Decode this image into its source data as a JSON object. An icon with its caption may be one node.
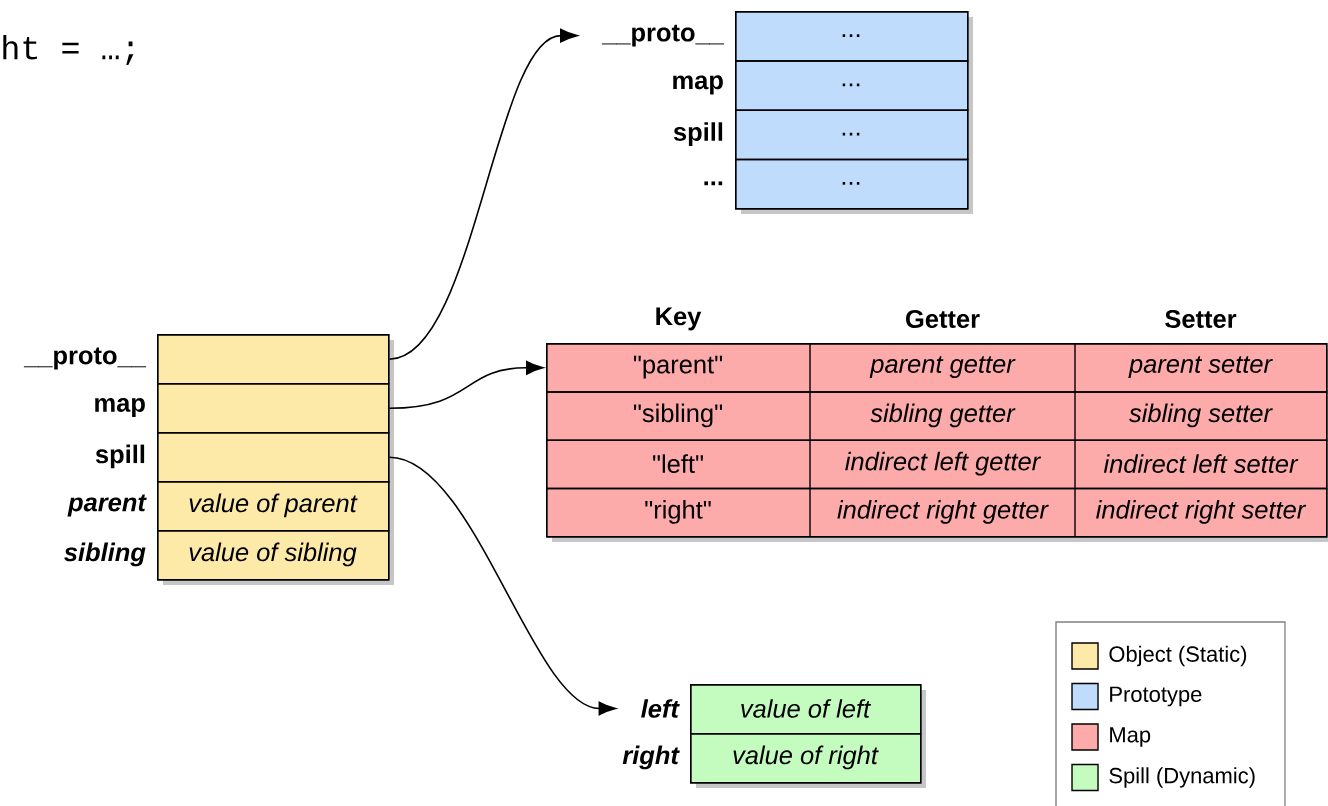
{
  "diagram": {
    "nodes": [
      {
        "text": [],
        "shape": "box"
      },
      {
        "text": [
          "__proto__"
        ],
        "in": 0
      },
      {
        "text": [
          "map"
        ],
        "in": 0
      },
      {
        "text": [
          "spill"
        ],
        "in": 0
      },
      {
        "text": [
          "parent",
          "value of parent"
        ],
        "in": 0
      },
      {
        "text": [
          "sibling",
          "value of sibling"
        ],
        "in": 0
      },
      {
        "text": [],
        "shape": "box"
      },
      {
        "text": [
          "__proto__",
          "..."
        ],
        "in": 6
      },
      {
        "text": [
          "map",
          "..."
        ],
        "in": 6
      },
      {
        "text": [
          "spill",
          "..."
        ],
        "in": 6
      },
      {
        "text": [
          "...",
          "..."
        ],
        "in": 6
      },
      {
        "text": [
          "Key",
          "Getter",
          "Setter"
        ]
      },
      {
        "text": [
          "\"parent\"",
          "parent getter",
          "parent setter"
        ],
        "in": 11
      },
      {
        "text": [
          "\"sibling\"",
          "sibling getter",
          "sibling setter"
        ],
        "in": 11
      },
      {
        "text": [
          "\"left\"",
          "indirect left getter",
          "indirect left setter"
        ],
        "in": 11
      },
      {
        "text": [
          "\"right\"",
          "indirect right getter",
          "indirect right setter"
        ],
        "in": 11
      },
      {
        "text": [],
        "shape": "box"
      },
      {
        "text": [
          "left",
          "value of left"
        ],
        "in": 16
      },
      {
        "text": [
          "right",
          "value of right"
        ],
        "in": 16
      }
    ],
    "edges": [
      {
        "from": 1,
        "to": 7,
        "arrow": "to"
      },
      {
        "from": 2,
        "to": 11,
        "arrow": "to"
      },
      {
        "from": 3,
        "to": 17,
        "arrow": "to"
      }
    ],
    "labels": [
      "ht = …;"
    ],
    "legend": [
      {
        "text": "Object (Static)",
        "color": "#fdeaa8"
      },
      {
        "text": "Prototype",
        "color": "#c0dcfc"
      },
      {
        "text": "Map",
        "color": "#fcaaaa"
      },
      {
        "text": "Spill (Dynamic)",
        "color": "#c4fcc0"
      }
    ]
  }
}
